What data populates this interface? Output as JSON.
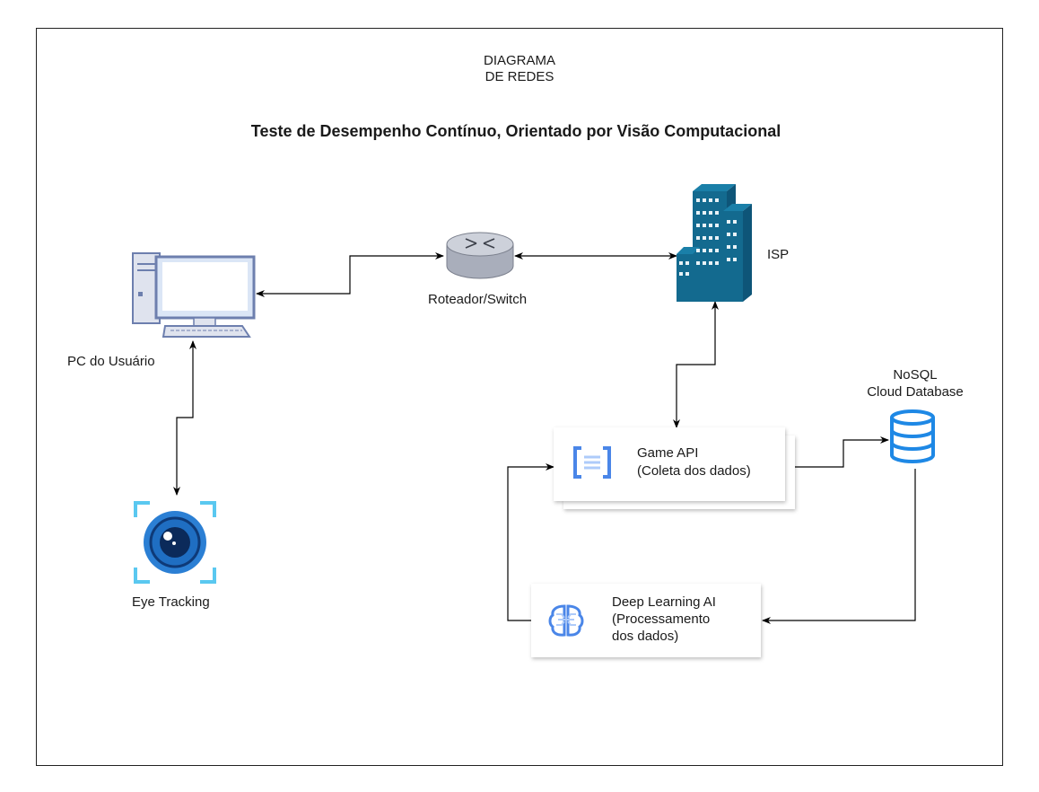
{
  "header": {
    "subtitle_lines": [
      "DIAGRAMA",
      "DE REDES"
    ],
    "title": "Teste de Desempenho Contínuo, Orientado por Visão Computacional"
  },
  "nodes": {
    "pc": {
      "label": "PC do Usuário",
      "icon": "desktop-computer-icon"
    },
    "router": {
      "label": "Roteador/Switch",
      "icon": "router-icon"
    },
    "isp": {
      "label": "ISP",
      "icon": "office-buildings-icon"
    },
    "eye": {
      "label": "Eye Tracking",
      "icon": "eye-tracking-icon"
    },
    "database": {
      "label_lines": [
        "NoSQL",
        "Cloud Database"
      ],
      "icon": "database-icon"
    },
    "game_api": {
      "label_lines": [
        "Game API",
        "(Coleta dos dados)"
      ],
      "icon": "api-brackets-icon"
    },
    "deep_learning": {
      "label_lines": [
        "Deep Learning AI",
        "(Processamento",
        "dos dados)"
      ],
      "icon": "ai-brain-icon"
    }
  },
  "colors": {
    "isp_blue": "#136a8f",
    "eye_blue": "#2b7fd4",
    "db_blue": "#1e88e5",
    "gcp_blue": "#4a86e8",
    "monitor_blue": "#dbe6f6",
    "monitor_border": "#6d7fae"
  }
}
